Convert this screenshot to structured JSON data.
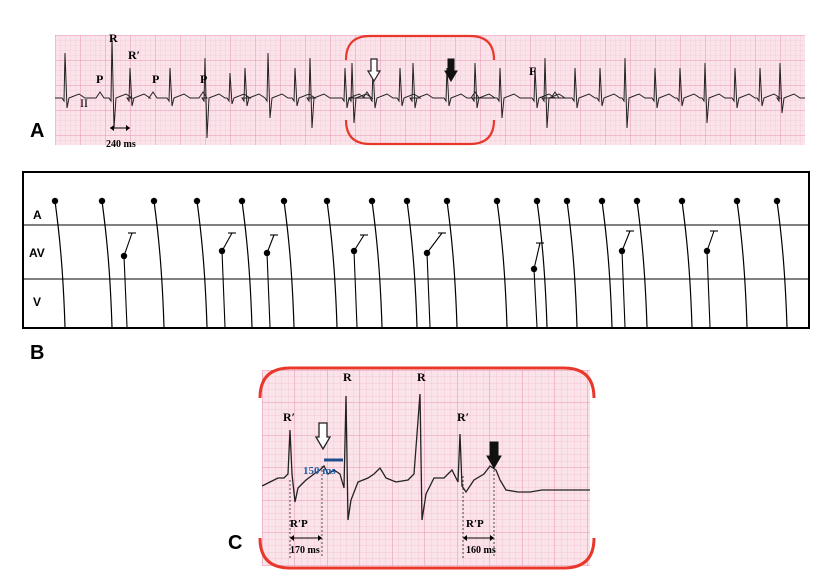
{
  "panels": {
    "a": "A",
    "b": "B",
    "c": "C"
  },
  "colors": {
    "grid_bg": "#fbe3ea",
    "grid_fine": "#f2bfd0",
    "grid_major": "#e893b1",
    "highlight": "#e8372b",
    "trace": "#222222",
    "blue_mark": "#1f4e8c",
    "blue_label": "#1f5fa8"
  },
  "ecg_a": {
    "labels": {
      "r": "R",
      "r_prime": "R′",
      "p1": "P",
      "p2": "P",
      "p3": "P",
      "lead": "II",
      "f": "F"
    },
    "interval": "240 ms"
  },
  "ladder": {
    "rows": [
      "A",
      "AV",
      "V"
    ]
  },
  "ecg_c": {
    "labels": {
      "r_prime_1": "R′",
      "r_1": "R",
      "r_2": "R",
      "r_prime_2": "R′"
    },
    "interval_blue": "150 ms",
    "rp_1": "R′P",
    "rp_1_ms": "170 ms",
    "rp_2": "R′P",
    "rp_2_ms": "160 ms"
  },
  "icons": {
    "open_arrow": "open-down-arrow-icon",
    "filled_arrow": "filled-down-arrow-icon"
  }
}
